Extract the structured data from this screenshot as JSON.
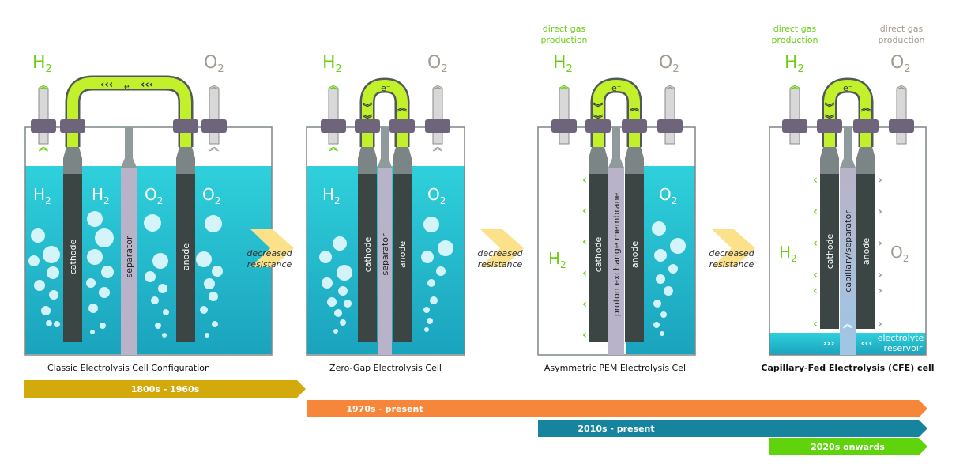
{
  "gases": {
    "h2": "H",
    "o2": "O",
    "sub": "2",
    "electron": "e⁻"
  },
  "arrow_label": {
    "line1": "decreased",
    "line2": "resistance"
  },
  "direct_gas": {
    "line1": "direct gas",
    "line2": "production"
  },
  "electrodes": {
    "cathode": "cathode",
    "anode": "anode"
  },
  "cells": [
    {
      "title": "Classic Electrolysis Cell Configuration",
      "separator": "separator"
    },
    {
      "title": "Zero-Gap Electrolysis Cell",
      "separator": "separator"
    },
    {
      "title": "Asymmetric PEM Electrolysis Cell",
      "separator": "proton exchange membrane"
    },
    {
      "title": "Capillary-Fed Electrolysis (CFE) cell",
      "separator": "capillary/separator",
      "reservoir_line1": "electrolyte",
      "reservoir_line2": "reservoir"
    }
  ],
  "timeline": [
    {
      "label": "1800s - 1960s",
      "color": "#d4a90c"
    },
    {
      "label": "1970s - present",
      "color": "#f6873a"
    },
    {
      "label": "2010s - present",
      "color": "#16849e"
    },
    {
      "label": "2020s onwards",
      "color": "#5fd30c"
    }
  ],
  "colors": {
    "h2_green": "#6ccd14",
    "o2_gray": "#a39a91",
    "electrolyte_top": "#2fd0dc",
    "electrolyte_bottom": "#1aa3bd",
    "electrode": "#3a4544",
    "separator": "#b8b3c8",
    "wire": "#c2f02a"
  }
}
